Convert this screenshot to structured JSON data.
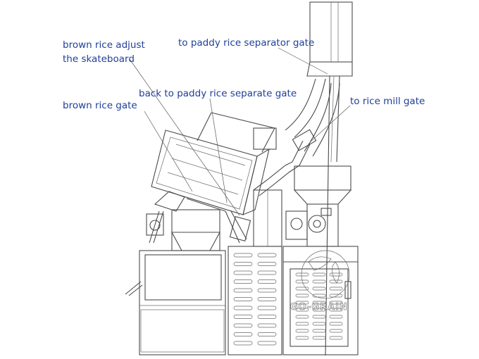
{
  "labels": {
    "brown_rice_adjust_line1": "brown rice adjust",
    "brown_rice_adjust_line2": "the skateboard",
    "paddy_separator_gate": "to paddy rice separator gate",
    "back_to_paddy": "back to paddy rice separate gate",
    "brown_rice_gate": "brown rice gate",
    "rice_mill_gate": "to rice mill gate"
  },
  "watermark": "GO-GRAIN",
  "colors": {
    "label_text": "#1f3f9a",
    "line": "#4a4a4a",
    "background": "#ffffff"
  }
}
